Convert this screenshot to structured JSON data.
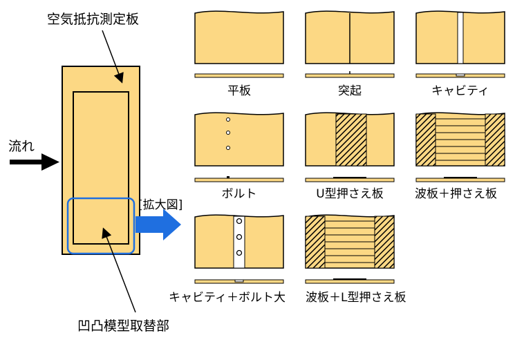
{
  "colors": {
    "plate_fill": "#FCD884",
    "outline": "#000000",
    "highlight_box": "#1F6FE0",
    "arrow_blue": "#1F6FE0",
    "background": "#FFFFFF"
  },
  "labels": {
    "air_resistance_plate": "空気抵抗測定板",
    "flow": "流れ",
    "enlarged_view": "[拡大図]",
    "replaceable_part": "凹凸模型取替部"
  },
  "panels": [
    {
      "id": "flat",
      "label": "平板"
    },
    {
      "id": "protrusion",
      "label": "突起"
    },
    {
      "id": "cavity",
      "label": "キャビティ"
    },
    {
      "id": "bolt",
      "label": "ボルト"
    },
    {
      "id": "u-clamp",
      "label": "U型押さえ板"
    },
    {
      "id": "wave-clamp",
      "label": "波板＋押さえ板"
    },
    {
      "id": "cavity-bolt",
      "label": "キャビティ＋ボルト大"
    },
    {
      "id": "wave-l-clamp",
      "label": "波板＋L型押さえ板"
    }
  ]
}
